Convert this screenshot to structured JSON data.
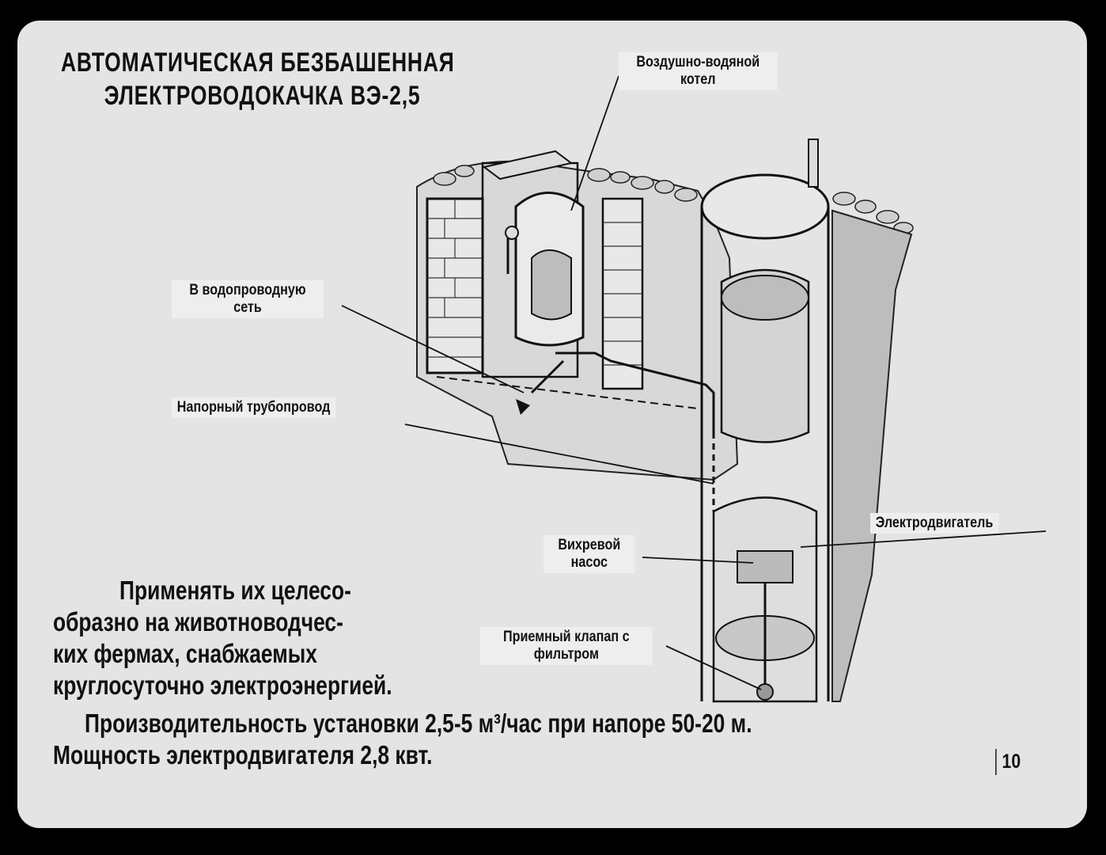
{
  "title": {
    "line1": "АВТОМАТИЧЕСКАЯ БЕЗБАШЕННАЯ",
    "line2": "ЭЛЕКТРОВОДОКАЧКА ВЭ-2,5"
  },
  "labels": {
    "boiler": "Воздушно-водяной котел",
    "water_network": "В водопроводную сеть",
    "pressure_pipe": "Напорный трубопровод",
    "motor": "Электродвигатель",
    "vortex_pump": "Вихревой насос",
    "intake_valve": "Приемный клапап с фильтром"
  },
  "body": {
    "line1": "Применять их целесо-",
    "line2": "образно на животноводчес-",
    "line3": "ких фермах, снабжаемых",
    "line4": "круглосуточно электроэнергией."
  },
  "specs": {
    "line1": "Производительность установки 2,5-5 м³/час при напоре 50-20 м.",
    "line2": "Мощность электродвигателя 2,8 квт."
  },
  "page_number": "10"
}
